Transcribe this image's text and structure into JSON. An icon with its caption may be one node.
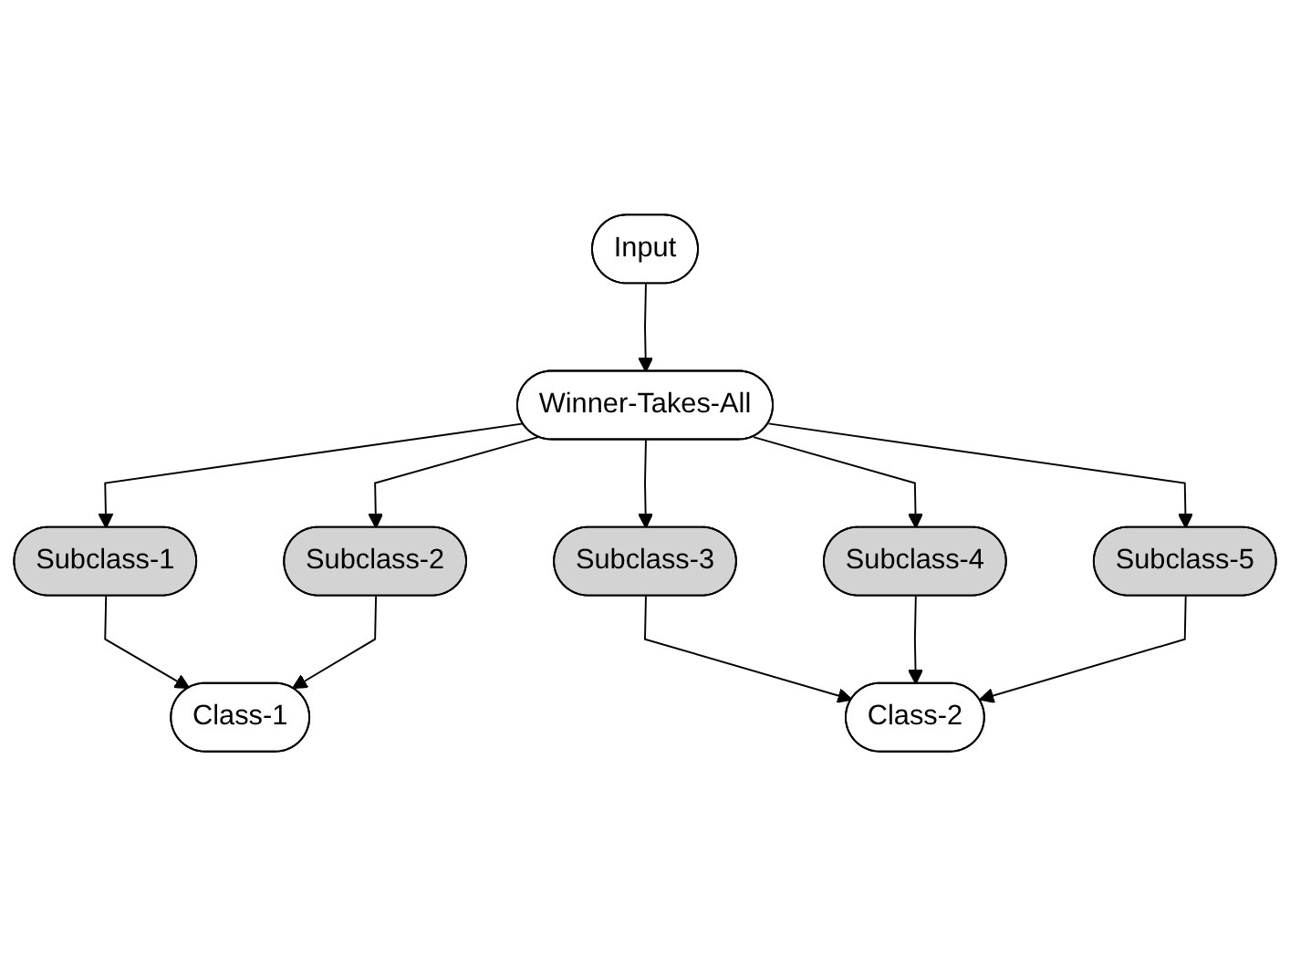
{
  "diagram": {
    "nodes": [
      {
        "text": [
          "Input"
        ]
      },
      {
        "text": [
          "Winner-Takes-All"
        ]
      },
      {
        "text": [
          "Subclass-1"
        ]
      },
      {
        "text": [
          "Subclass-2"
        ]
      },
      {
        "text": [
          "Subclass-3"
        ]
      },
      {
        "text": [
          "Subclass-4"
        ]
      },
      {
        "text": [
          "Subclass-5"
        ]
      },
      {
        "text": [
          "Class-1"
        ]
      },
      {
        "text": [
          "Class-2"
        ]
      }
    ],
    "edges": [
      {
        "from": 0,
        "to": 1,
        "arrow": "to"
      },
      {
        "from": 1,
        "to": 2,
        "arrow": "to"
      },
      {
        "from": 1,
        "to": 3,
        "arrow": "to"
      },
      {
        "from": 1,
        "to": 4,
        "arrow": "to"
      },
      {
        "from": 1,
        "to": 5,
        "arrow": "to"
      },
      {
        "from": 1,
        "to": 6,
        "arrow": "to"
      },
      {
        "from": 2,
        "to": 7,
        "arrow": "to"
      },
      {
        "from": 3,
        "to": 7,
        "arrow": "to"
      },
      {
        "from": 4,
        "to": 8,
        "arrow": "to"
      },
      {
        "from": 5,
        "to": 8,
        "arrow": "to"
      },
      {
        "from": 6,
        "to": 8,
        "arrow": "to"
      }
    ]
  }
}
